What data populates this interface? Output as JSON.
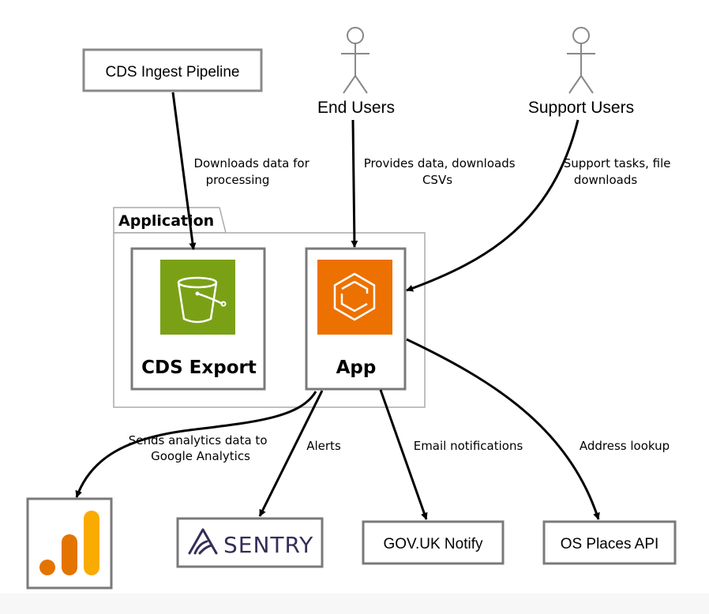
{
  "nodes": {
    "ingest": {
      "label": "CDS Ingest Pipeline"
    },
    "end_users": {
      "label": "End Users"
    },
    "support_users": {
      "label": "Support Users"
    },
    "package": {
      "label": "Application"
    },
    "cds_export": {
      "label": "CDS Export",
      "icon": "s3-bucket-icon",
      "color": "#7AA116"
    },
    "app": {
      "label": "App",
      "icon": "ecs-container-icon",
      "color": "#ED7100"
    },
    "google_analytics": {
      "icon": "google-analytics-logo",
      "colors": [
        "#E37400",
        "#F9AB00"
      ]
    },
    "sentry": {
      "label": "SENTRY",
      "icon": "sentry-logo",
      "color": "#362D59"
    },
    "notify": {
      "label": "GOV.UK Notify"
    },
    "os_places": {
      "label": "OS Places API"
    }
  },
  "edges": {
    "ingest_to_export": {
      "label_lines": [
        "Downloads data for",
        "processing"
      ]
    },
    "end_users_to_app": {
      "label_lines": [
        "Provides data, downloads",
        "CSVs"
      ]
    },
    "support_to_app": {
      "label_lines": [
        "Support tasks, file",
        "downloads"
      ]
    },
    "app_to_ga": {
      "label_lines": [
        "Sends analytics data to",
        "Google Analytics"
      ]
    },
    "app_to_sentry": {
      "label_lines": [
        "Alerts"
      ]
    },
    "app_to_notify": {
      "label_lines": [
        "Email notifications"
      ]
    },
    "app_to_os": {
      "label_lines": [
        "Address lookup"
      ]
    }
  }
}
